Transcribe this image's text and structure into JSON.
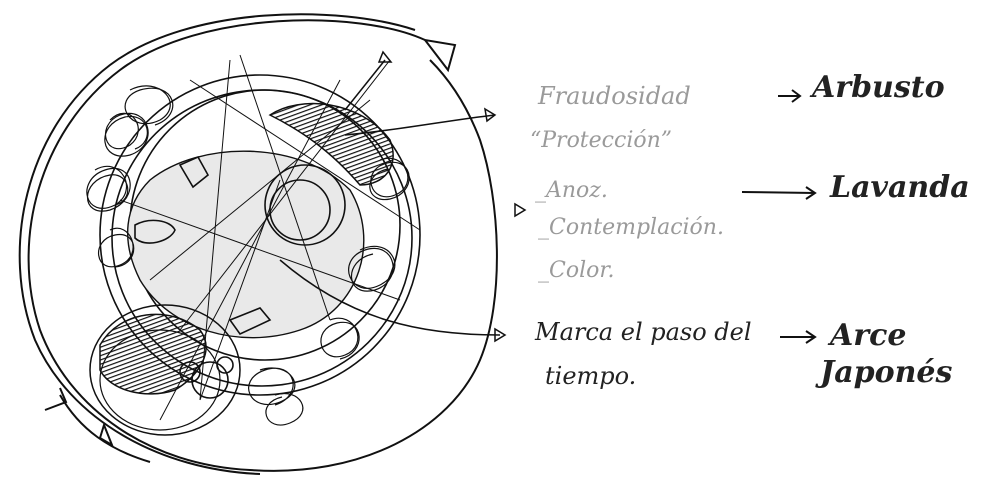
{
  "colors": {
    "ink": "#111111",
    "faint_ink": "#9a9a9a",
    "paper": "#ffffff",
    "shade": "#e6e6e6"
  },
  "annotations": {
    "top_left_1": "Fraudosidad",
    "top_left_2": "“Protección”",
    "top_right": "Arbusto",
    "mid_left_1": "_Anoz.",
    "mid_left_2": "_Contemplación.",
    "mid_left_3": "_Color.",
    "mid_right": "Lavanda",
    "bottom_left_1": "Marca el paso del",
    "bottom_left_2": "tiempo.",
    "bottom_right_1": "Arce",
    "bottom_right_2": "Japonés"
  }
}
